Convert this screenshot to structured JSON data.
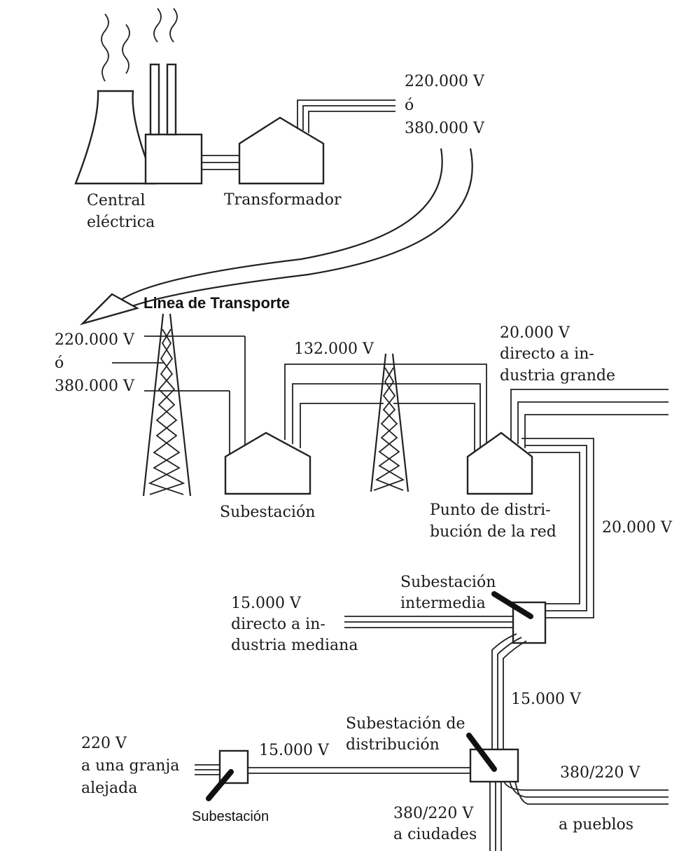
{
  "top": {
    "plant_label_1": "Central",
    "plant_label_2": "eléctrica",
    "transformer_label": "Transformador",
    "hv_line1": "220.000  V",
    "hv_line2": "ó",
    "hv_line3": "380.000  V"
  },
  "transport": {
    "title": "Linea de Transporte",
    "in_line1": "220.000  V",
    "in_line2": "ó",
    "in_line3": "380.000  V",
    "mid_voltage": "132.000  V",
    "substation_label": "Subestación"
  },
  "distribution_point": {
    "label_1": "Punto de distri-",
    "label_2": "bución de la red",
    "industry_1": "20.000  V",
    "industry_2": "directo a in-",
    "industry_3": "dustria grande",
    "line_voltage": "20.000  V"
  },
  "intermediate": {
    "label_1": "Subestación",
    "label_2": "intermedia",
    "industry_1": "15.000  V",
    "industry_2": "directo a in-",
    "industry_3": "dustria mediana",
    "line_voltage": "15.000  V"
  },
  "distribution": {
    "label_1": "Subestación de",
    "label_2": "distribución",
    "link_voltage": "15.000  V",
    "towns_1": "380/220  V",
    "towns_2": "a pueblos",
    "cities_1": "380/220  V",
    "cities_2": "a ciudades"
  },
  "farm": {
    "line_1": "220  V",
    "line_2": "a una granja",
    "line_3": "alejada",
    "substation_label": "Subestación"
  }
}
